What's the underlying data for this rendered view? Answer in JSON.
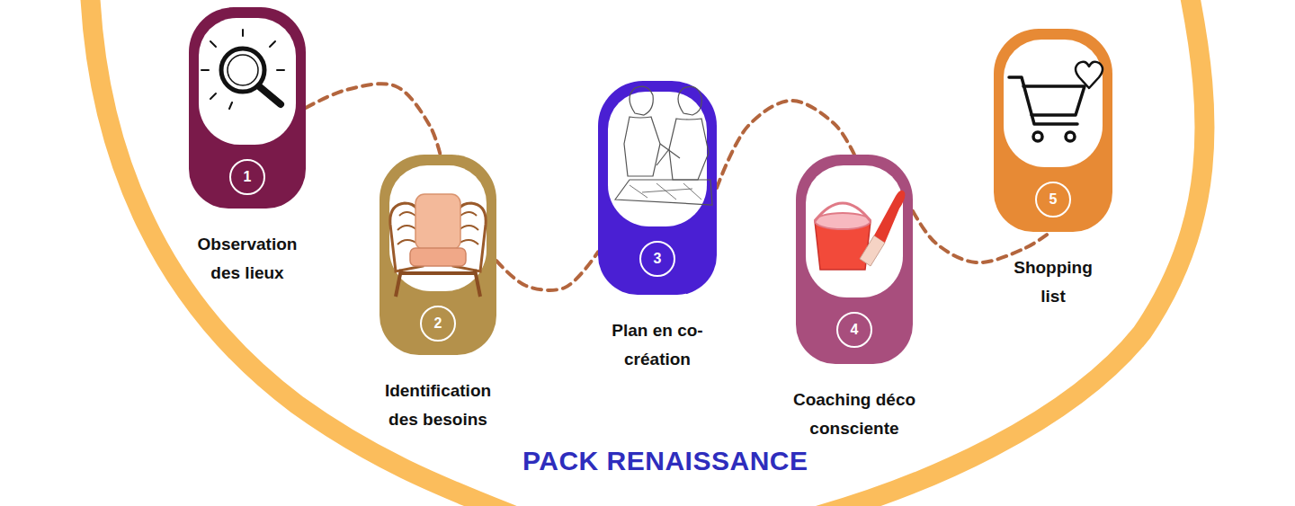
{
  "diagram": {
    "title": "PACK RENAISSANCE",
    "nodes": [
      {
        "text": [
          "1",
          "Observation des lieux"
        ]
      },
      {
        "text": [
          "2",
          "Identification des besoins"
        ]
      },
      {
        "text": [
          "3",
          "Plan en co-création"
        ]
      },
      {
        "text": [
          "4",
          "Coaching déco consciente"
        ]
      },
      {
        "text": [
          "5",
          "Shopping list"
        ]
      }
    ],
    "edges": [
      {
        "from": 0,
        "to": 1,
        "arrow": "none"
      },
      {
        "from": 1,
        "to": 2,
        "arrow": "none"
      },
      {
        "from": 2,
        "to": 3,
        "arrow": "none"
      },
      {
        "from": 3,
        "to": 4,
        "arrow": "none"
      }
    ]
  }
}
